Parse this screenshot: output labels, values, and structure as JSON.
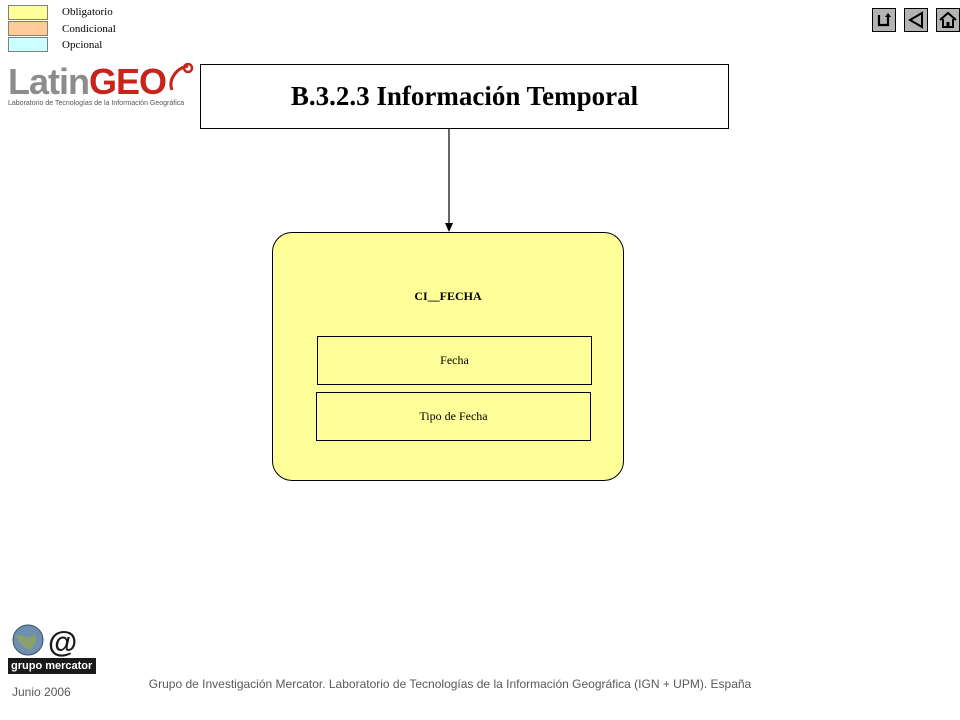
{
  "legend": {
    "items": [
      {
        "label": "Obligatorio",
        "color": "#ffff99"
      },
      {
        "label": "Condicional",
        "color": "#ffcc99"
      },
      {
        "label": "Opcional",
        "color": "#ccffff"
      }
    ]
  },
  "nav": {
    "buttons": [
      {
        "icon": "return-icon"
      },
      {
        "icon": "back-arrow-icon"
      },
      {
        "icon": "home-icon"
      }
    ]
  },
  "logo": {
    "brand_latin": "Latin",
    "brand_geo": "GEO",
    "subtitle": "Laboratorio de Tecnologías de la Información Geográfica"
  },
  "title": "B.3.2.3 Información Temporal",
  "entity": {
    "name": "CI__FECHA",
    "color": "#ffff99",
    "attributes": [
      "Fecha",
      "Tipo de  Fecha"
    ]
  },
  "footer": {
    "logo_text": "grupo mercator",
    "date": "Junio 2006",
    "credit": "Grupo de Investigación Mercator. Laboratorio de Tecnologías de la Información Geográfica (IGN + UPM). España"
  }
}
